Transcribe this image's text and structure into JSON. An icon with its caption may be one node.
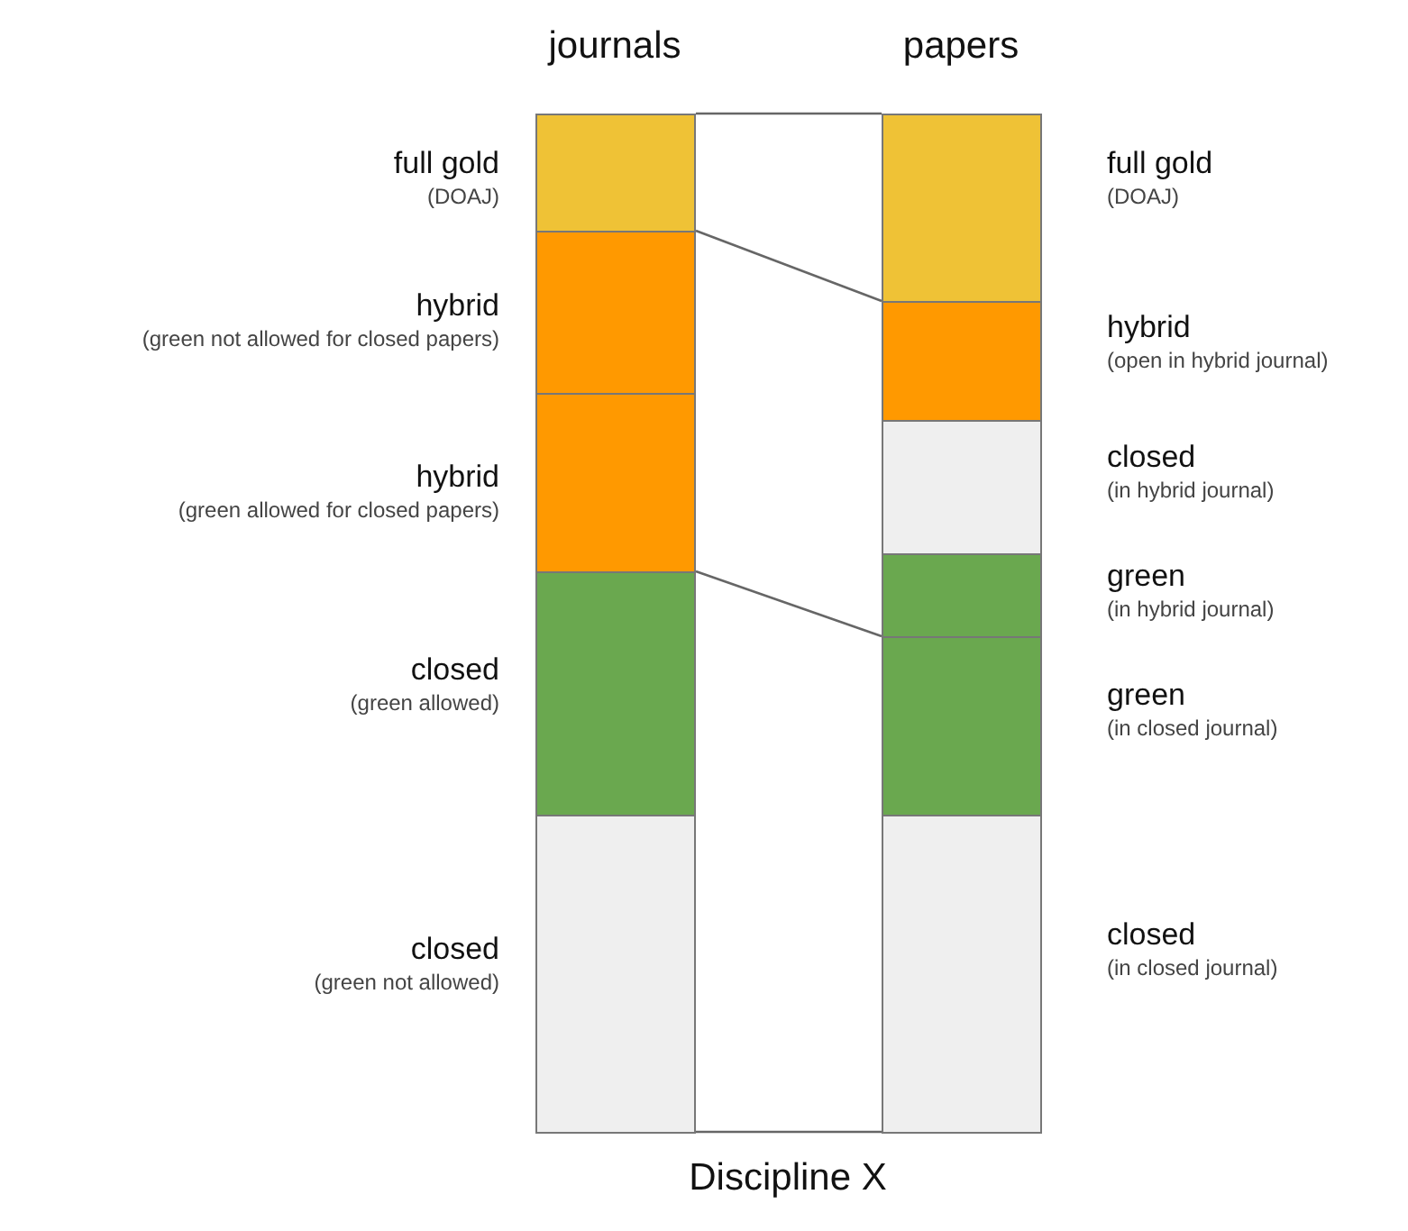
{
  "diagram": {
    "caption": "Discipline X",
    "nodes": [
      {
        "text": [],
        "shape": "bar",
        "beside": [
          "full gold",
          "(DOAJ)"
        ]
      },
      {
        "text": [],
        "shape": "bar",
        "beside": [
          "hybrid",
          "(green not allowed for closed papers)"
        ]
      },
      {
        "text": [],
        "shape": "bar",
        "beside": [
          "hybrid",
          "(green allowed  for closed papers)"
        ]
      },
      {
        "text": [],
        "shape": "bar",
        "beside": [
          "closed",
          "(green allowed)"
        ]
      },
      {
        "text": [],
        "shape": "bar",
        "beside": [
          "closed",
          "(green not allowed)"
        ]
      },
      {
        "text": [],
        "shape": "bar",
        "beside": [
          "full gold",
          "(DOAJ)"
        ]
      },
      {
        "text": [],
        "shape": "bar",
        "beside": [
          "hybrid",
          "(open in hybrid journal)"
        ]
      },
      {
        "text": [],
        "shape": "bar",
        "beside": [
          "closed",
          "(in hybrid journal)"
        ]
      },
      {
        "text": [],
        "shape": "bar",
        "beside": [
          "green",
          "(in hybrid journal)"
        ]
      },
      {
        "text": [],
        "shape": "bar",
        "beside": [
          "green",
          "(in closed journal)"
        ]
      },
      {
        "text": [],
        "shape": "bar",
        "beside": [
          "closed",
          "(in closed journal)"
        ]
      }
    ],
    "edges": [
      {
        "from": 0,
        "to": 5,
        "arrow": "none"
      },
      {
        "from": 1,
        "to": 6,
        "arrow": "none"
      },
      {
        "from": 3,
        "to": 9,
        "arrow": "none"
      },
      {
        "from": 4,
        "to": 10,
        "arrow": "none"
      }
    ],
    "labels": [
      "journals",
      "papers"
    ]
  }
}
